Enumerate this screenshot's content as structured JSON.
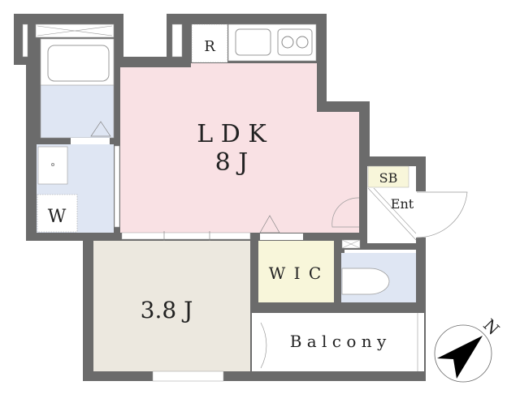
{
  "rooms": {
    "ldk": {
      "name": "L D K",
      "size": "8 J"
    },
    "bedroom": {
      "size": "3.8 J"
    },
    "wic": {
      "name": "W I C"
    },
    "balcony": {
      "name": "B a l c o n y"
    },
    "shoe_box": {
      "name": "SB"
    },
    "entrance": {
      "name": "Ent"
    },
    "refrigerator": {
      "name": "R"
    },
    "washer": {
      "name": "W"
    }
  },
  "compass": {
    "label": "N"
  },
  "colors": {
    "wall": "#6b6b6b",
    "ldk": "#f9e1e4",
    "bedroom": "#ece8df",
    "wic": "#f8f6da",
    "wet_area": "#dfe6f3"
  }
}
